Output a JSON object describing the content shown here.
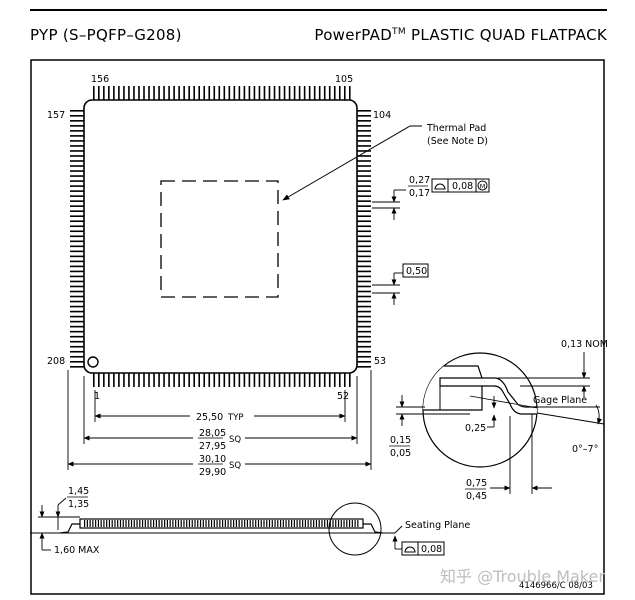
{
  "header": {
    "left": "PYP (S–PQFP–G208)",
    "right_brand": "PowerPAD",
    "right_tm": "TM",
    "right_rest": " PLASTIC QUAD FLATPACK"
  },
  "pins": {
    "p156": "156",
    "p105": "105",
    "p157": "157",
    "p104": "104",
    "p208": "208",
    "p53": "53",
    "p1": "1",
    "p52": "52"
  },
  "thermal": {
    "line1": "Thermal Pad",
    "line2": "(See Note D)"
  },
  "dims": {
    "lead_w_max": "0,27",
    "lead_w_min": "0,17",
    "lead_tol": "0,08",
    "lead_tol_mod": "M",
    "pitch": "0,50",
    "typ_value": "25,50",
    "typ_suffix": "TYP",
    "body_max": "28,05",
    "body_min": "27,95",
    "sq1": "SQ",
    "outer_max": "30,10",
    "outer_min": "29,90",
    "sq2": "SQ",
    "nom": "0,13 NOM",
    "gage_plane": "Gage Plane",
    "standoff_max": "0,15",
    "standoff_min": "0,05",
    "gage_height": "0,25",
    "angle": "0°–7°",
    "foot_max": "0,75",
    "foot_min": "0,45",
    "height_max": "1,45",
    "height_min": "1,35",
    "total_max": "1,60 MAX",
    "seating_plane": "Seating Plane",
    "coplanarity": "0,08"
  },
  "doc_id": "4146966/C 08/03",
  "watermark": "知乎 @Trouble Maker"
}
